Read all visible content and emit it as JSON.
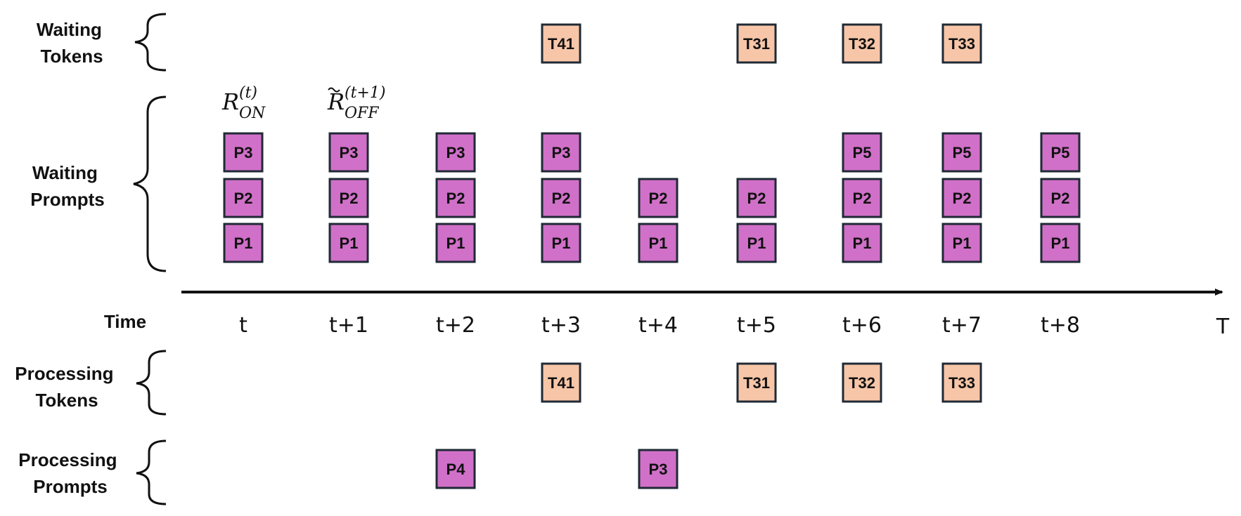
{
  "rows": [
    {
      "key": "waiting_tokens",
      "label_lines": [
        "Waiting",
        "Tokens"
      ]
    },
    {
      "key": "waiting_prompts",
      "label_lines": [
        "Waiting",
        "Prompts"
      ]
    },
    {
      "key": "time",
      "label_lines": [
        "Time"
      ]
    },
    {
      "key": "processing_tokens",
      "label_lines": [
        "Processing",
        "Tokens"
      ]
    },
    {
      "key": "processing_prompts",
      "label_lines": [
        "Processing",
        "Prompts"
      ]
    }
  ],
  "time_axis": {
    "ticks": [
      "t",
      "t+1",
      "t+2",
      "t+3",
      "t+4",
      "t+5",
      "t+6",
      "t+7",
      "t+8"
    ],
    "end_label": "T"
  },
  "annotations": [
    {
      "column": 0,
      "base": "R",
      "superscript": "(t)",
      "subscript": "ON",
      "tilde": false
    },
    {
      "column": 1,
      "base": "R",
      "superscript": "(t+1)",
      "subscript": "OFF",
      "tilde": true
    }
  ],
  "colors": {
    "prompt_fill": "#d070c8",
    "token_fill": "#f7c6a8",
    "box_border": "#1f2a35",
    "axis": "#111111"
  },
  "waiting_tokens": [
    {
      "column": 3,
      "label": "T41"
    },
    {
      "column": 5,
      "label": "T31"
    },
    {
      "column": 6,
      "label": "T32"
    },
    {
      "column": 7,
      "label": "T33"
    }
  ],
  "waiting_prompts": [
    {
      "column": 0,
      "stack": [
        "P1",
        "P2",
        "P3"
      ]
    },
    {
      "column": 1,
      "stack": [
        "P1",
        "P2",
        "P3"
      ]
    },
    {
      "column": 2,
      "stack": [
        "P1",
        "P2",
        "P3"
      ]
    },
    {
      "column": 3,
      "stack": [
        "P1",
        "P2",
        "P3"
      ]
    },
    {
      "column": 4,
      "stack": [
        "P1",
        "P2"
      ]
    },
    {
      "column": 5,
      "stack": [
        "P1",
        "P2"
      ]
    },
    {
      "column": 6,
      "stack": [
        "P1",
        "P2",
        "P5"
      ]
    },
    {
      "column": 7,
      "stack": [
        "P1",
        "P2",
        "P5"
      ]
    },
    {
      "column": 8,
      "stack": [
        "P1",
        "P2",
        "P5"
      ]
    }
  ],
  "processing_tokens": [
    {
      "column": 3,
      "label": "T41"
    },
    {
      "column": 5,
      "label": "T31"
    },
    {
      "column": 6,
      "label": "T32"
    },
    {
      "column": 7,
      "label": "T33"
    }
  ],
  "processing_prompts": [
    {
      "column": 2,
      "label": "P4"
    },
    {
      "column": 4,
      "label": "P3"
    }
  ]
}
